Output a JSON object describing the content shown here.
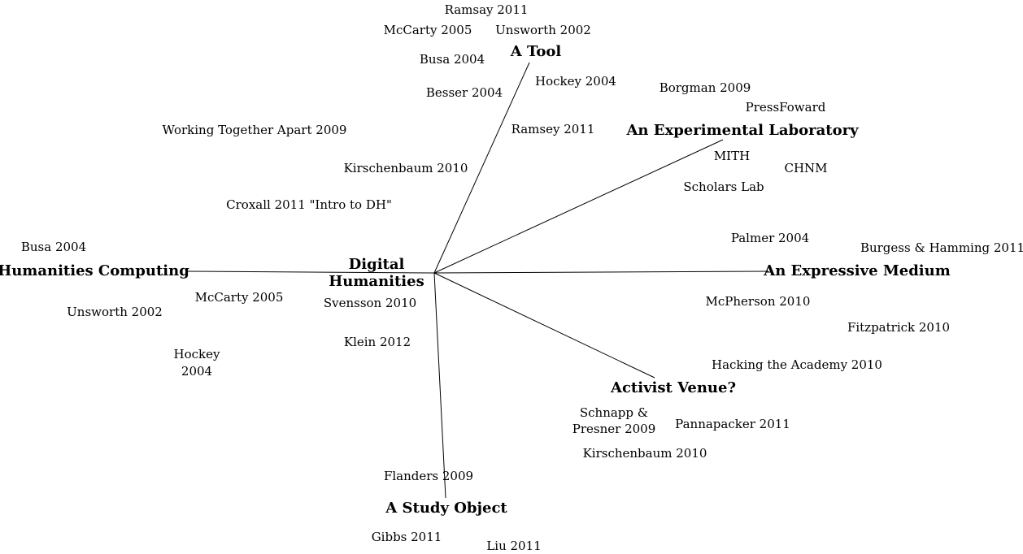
{
  "center": {
    "line1": "Digital",
    "line2": "Humanities"
  },
  "categories": {
    "tool": "A Tool",
    "lab": "An Experimental Laboratory",
    "medium": "An Expressive Medium",
    "activist": "Activist Venue?",
    "study": "A Study Object",
    "computing": "Humanities Computing"
  },
  "citations": {
    "ramsay2011": "Ramsay 2011",
    "mccarty2005_top": "McCarty 2005",
    "unsworth2002_top": "Unsworth 2002",
    "busa2004_top": "Busa 2004",
    "hockey2004_top": "Hockey 2004",
    "besser2004": "Besser 2004",
    "ramsey2011": "Ramsey 2011",
    "borgman2009": "Borgman 2009",
    "pressfoward": "PressFoward",
    "mith": "MITH",
    "chnm": "CHNM",
    "scholarslab": "Scholars Lab",
    "workingtogether": "Working Together Apart 2009",
    "kirschenbaum2010_top": "Kirschenbaum 2010",
    "croxall": "Croxall 2011 \"Intro to DH\"",
    "busa2004_left": "Busa 2004",
    "palmer2004": "Palmer 2004",
    "burgess": "Burgess & Hamming 2011",
    "mccarty2005_left": "McCarty 2005",
    "svensson2010": "Svensson 2010",
    "unsworth2002_left": "Unsworth 2002",
    "mcpherson2010": "McPherson 2010",
    "fitzpatrick2010": "Fitzpatrick 2010",
    "klein2012": "Klein 2012",
    "hockey_left_1": "Hockey",
    "hockey_left_2": "2004",
    "hacking": "Hacking the Academy 2010",
    "schnapp": "Schnapp &\nPresner  2009",
    "pannapacker": "Pannapacker 2011",
    "kirschenbaum2010_bottom": "Kirschenbaum 2010",
    "flanders2009": "Flanders 2009",
    "gibbs2011": "Gibbs 2011",
    "liu2011": "Liu 2011"
  }
}
